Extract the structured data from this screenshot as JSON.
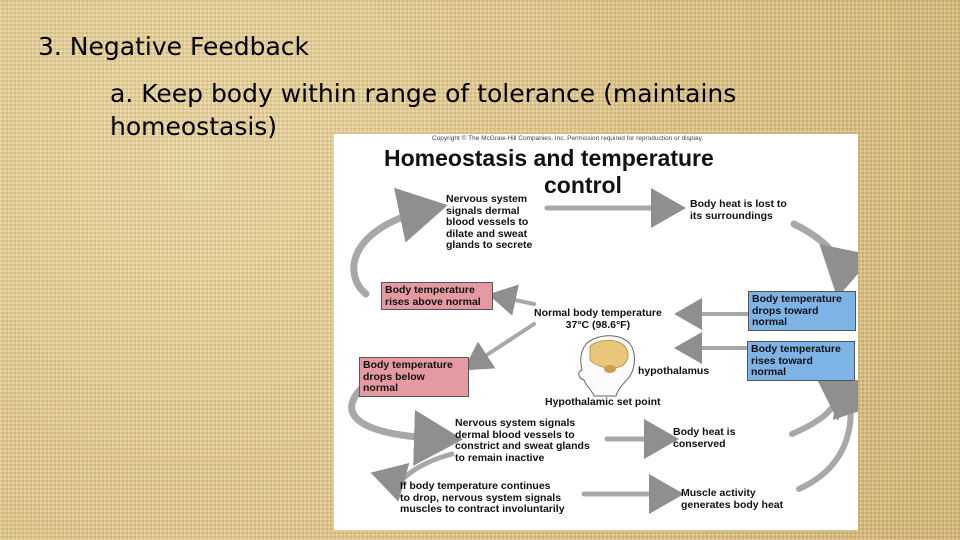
{
  "slide": {
    "line1": "3.  Negative Feedback",
    "line2": "a.  Keep body within range of tolerance (maintains",
    "line3": "homeostasis)"
  },
  "figure": {
    "copyright": "Copyright © The McGraw-Hill Companies, Inc. Permission required for reproduction or display.",
    "title_line1": "Homeostasis and temperature",
    "title_line2": "control",
    "nervous_dilate": [
      "Nervous system",
      "signals dermal",
      "blood vessels to",
      "dilate and sweat",
      "glands to secrete"
    ],
    "heat_lost": [
      "Body heat is lost to",
      "its surroundings"
    ],
    "rises_above": [
      "Body temperature",
      "rises above normal"
    ],
    "normal_temp": [
      "Normal body temperature",
      "37°C (98.6°F)"
    ],
    "drops_toward": [
      "Body temperature",
      "drops toward",
      "normal"
    ],
    "drops_below": [
      "Body temperature",
      "drops below",
      "normal"
    ],
    "rises_toward": [
      "Body temperature",
      "rises toward",
      "normal"
    ],
    "hypothalamus": "hypothalamus",
    "set_point": "Hypothalamic set point",
    "nervous_constrict": [
      "Nervous system signals",
      "dermal blood vessels to",
      "constrict and sweat glands",
      "to remain inactive"
    ],
    "heat_conserved": [
      "Body heat is",
      "conserved"
    ],
    "shivering": [
      "If body temperature continues",
      "to drop, nervous system signals",
      "muscles to contract involuntarily"
    ],
    "muscle_heat": [
      "Muscle activity",
      "generates body heat"
    ],
    "colors": {
      "warm_box": "#e59aa1",
      "cool_box": "#7eb3e6",
      "arrow": "#a8a8a8"
    }
  }
}
